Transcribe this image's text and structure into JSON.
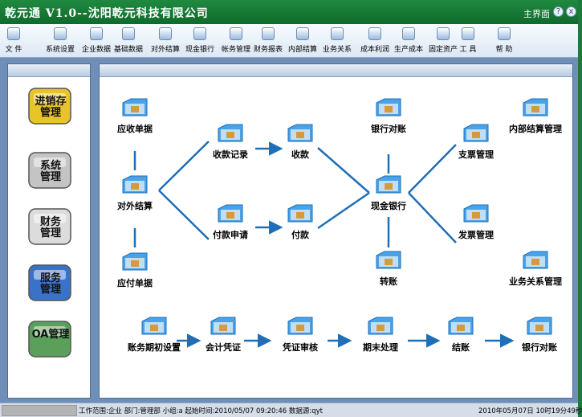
{
  "window": {
    "title": "乾元通 V1.0--沈阳乾元科技有限公司",
    "main_label": "主界面",
    "btn_help": "?",
    "btn_close": "x"
  },
  "toolbar": [
    {
      "label": "文 件",
      "icon": "document-icon"
    },
    {
      "label": "系统设置",
      "icon": "wrench-icon"
    },
    {
      "label": "企业数据",
      "icon": "computer-icon"
    },
    {
      "label": "基础数据",
      "icon": "database-icon"
    },
    {
      "label": "对外结算",
      "icon": "settlement-icon"
    },
    {
      "label": "现金银行",
      "icon": "cash-bank-icon"
    },
    {
      "label": "帐务管理",
      "icon": "ledger-icon"
    },
    {
      "label": "财务报表",
      "icon": "report-icon"
    },
    {
      "label": "内部结算",
      "icon": "internal-settlement-icon"
    },
    {
      "label": "业务关系",
      "icon": "people-icon"
    },
    {
      "label": "成本利润",
      "icon": "cost-profit-icon"
    },
    {
      "label": "生产成本",
      "icon": "house-icon"
    },
    {
      "label": "固定资产",
      "icon": "plant-icon"
    },
    {
      "label": "工 具",
      "icon": "tool-icon"
    },
    {
      "label": "帮 助",
      "icon": "magnifier-icon"
    }
  ],
  "sidebar": [
    {
      "label": "进销存\n管理",
      "icon": "inventory-icon"
    },
    {
      "label": "系统\n管理",
      "icon": "tools-icon"
    },
    {
      "label": "财务\n管理",
      "icon": "calculator-icon"
    },
    {
      "label": "服务\n管理",
      "icon": "service-icon"
    },
    {
      "label": "OA管理",
      "icon": "oa-icon"
    }
  ],
  "flow": {
    "receivable_doc": "应收单据",
    "external_settlement": "对外结算",
    "payable_doc": "应付单据",
    "receipt_record": "收款记录",
    "payment_request": "付款申请",
    "collect": "收款",
    "pay": "付款",
    "bank_reconcile": "银行对账",
    "cash_bank": "现金银行",
    "transfer": "转账",
    "cheque_mgmt": "支票管理",
    "invoice_mgmt": "发票管理",
    "internal_settlement_mgmt": "内部结算管理",
    "business_relation_mgmt": "业务关系管理",
    "period_setup": "账务期初设置",
    "voucher": "会计凭证",
    "voucher_audit": "凭证审核",
    "period_end": "期末处理",
    "close_books": "结账",
    "bank_reconcile_2": "银行对账"
  },
  "status": {
    "text": "工作范围:企业 部门:管理部 小组:a 起始时间:2010/05/07 09:20:46 数据源:qyt",
    "time": "2010年05月07日 10时19分49秒"
  }
}
